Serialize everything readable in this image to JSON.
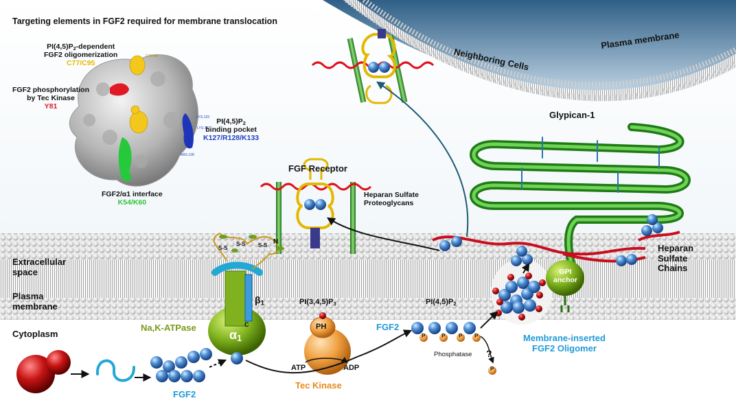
{
  "title": "Targeting elements in FGF2 required for membrane translocation",
  "colors": {
    "yellow": "#f0c020",
    "red": "#e0182a",
    "blue": "#1f3fc4",
    "green": "#2ec53a",
    "cyan": "#1f9ad8",
    "orange": "#e8891a",
    "olive": "#7a9a18",
    "membrane_red": "#d8102a"
  },
  "structure_labels": {
    "oligo": {
      "line1": "PI(4,5)P",
      "sub": "2",
      "line1_tail": "-dependent",
      "line2": "FGF2 oligomerization",
      "residues": "C77/C95"
    },
    "phospho": {
      "line1": "FGF2 phosphorylation",
      "line2": "by Tec Kinase",
      "residue": "Y81"
    },
    "pocket": {
      "line1": "PI(4,5)P",
      "sub": "2",
      "line2": "binding pocket",
      "residues": "K127/R128/K133"
    },
    "interface": {
      "line1": "FGF2/α1 interface",
      "residues": "K54/K60"
    },
    "tiny": {
      "lys133": "LYS-133",
      "lys127": "LYS-127",
      "arg128": "ARG-128",
      "c95": "CYS-95"
    }
  },
  "regions": {
    "plasma_membrane_top": "Plasma membrane",
    "neighboring": "Neighboring Cells",
    "extracellular_1": "Extracellular",
    "extracellular_2": "space",
    "pm_1": "Plasma",
    "pm_2": "membrane",
    "cytoplasm": "Cytoplasm"
  },
  "proteins": {
    "glypican": "Glypican-1",
    "fgf_receptor": "FGF Receptor",
    "hspg_1": "Heparan Sulfate",
    "hspg_2": "Proteoglycans",
    "hs_chains_1": "Heparan",
    "hs_chains_2": "Sulfate",
    "hs_chains_3": "Chains",
    "gpi_1": "GPI",
    "gpi_2": "anchor",
    "nak": "Na,K-ATPase",
    "alpha": "α",
    "alpha_sub": "1",
    "beta": "β",
    "beta_sub": "1",
    "c_term": "C",
    "n_term": "N",
    "ss": "S-S",
    "ph": "PH",
    "pip3_main": "PI(3,4,5)P",
    "pip3_sub": "3",
    "pip2_main": "PI(4,5)P",
    "pip2_sub": "2",
    "fgf2_mem": "FGF2",
    "fgf2_cyto": "FGF2",
    "p": "P",
    "phosphatase": "Phosphatase",
    "question": "?",
    "atp": "ATP",
    "adp": "ADP",
    "tec": "Tec Kinase",
    "oligomer_1": "Membrane-inserted",
    "oligomer_2": "FGF2 Oligomer"
  }
}
